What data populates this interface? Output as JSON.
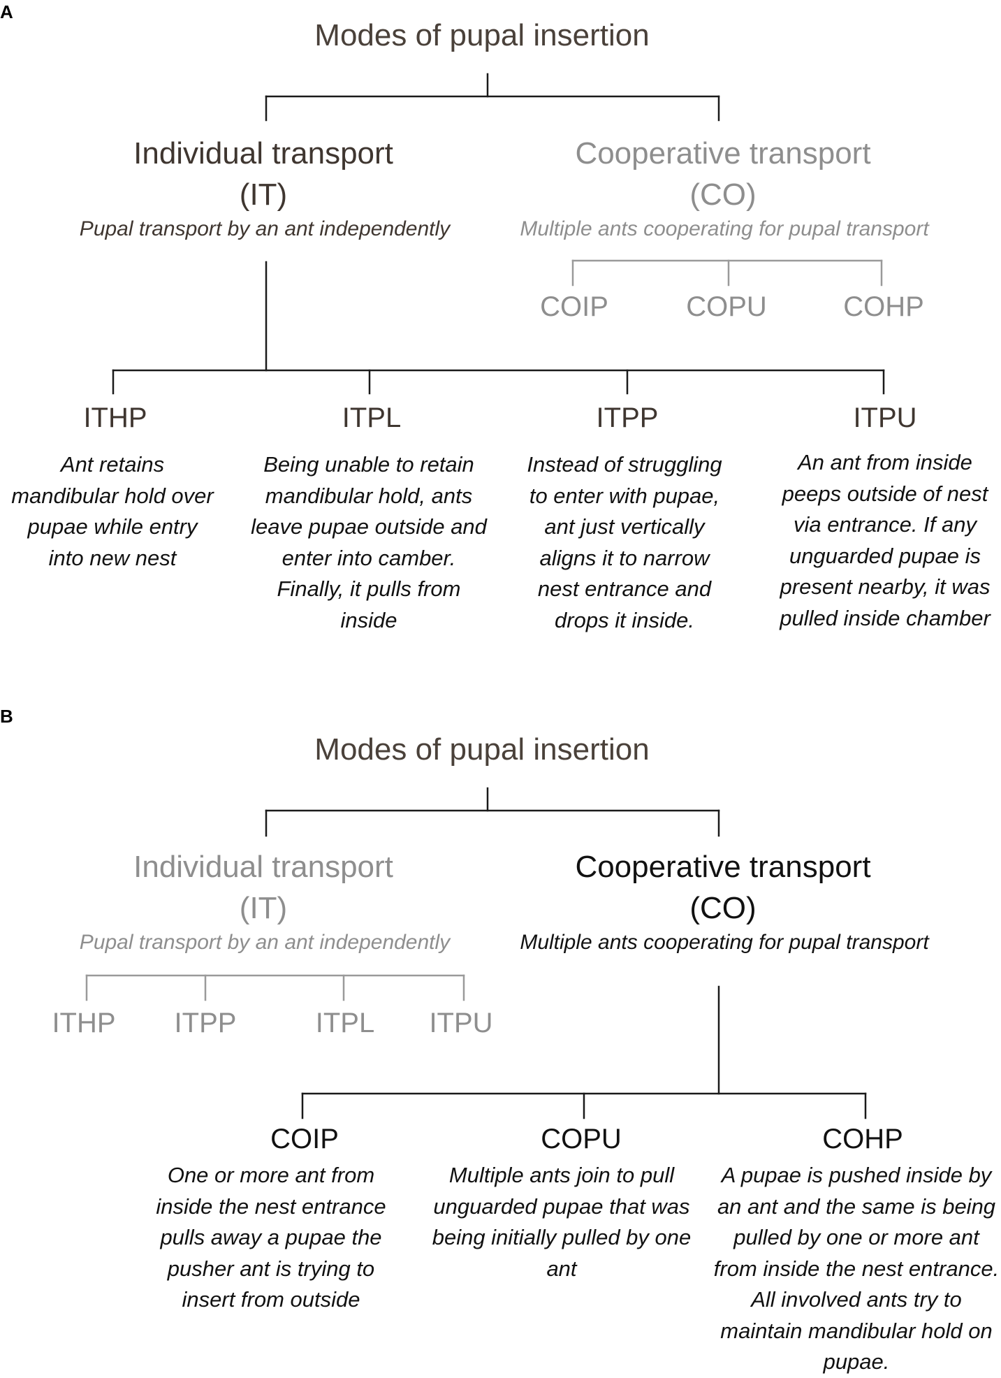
{
  "colors": {
    "dark": "#3f3630",
    "grey": "#8e8e8e",
    "black": "#111111"
  },
  "panel_a": {
    "label": "A",
    "title": "Modes of pupal insertion",
    "individual": {
      "title": "Individual transport",
      "abbr": "(IT)",
      "subtitle": "Pupal transport by an ant independently"
    },
    "cooperative": {
      "title": "Cooperative transport",
      "abbr": "(CO)",
      "subtitle": "Multiple ants cooperating for pupal transport"
    },
    "co_children": [
      "COIP",
      "COPU",
      "COHP"
    ],
    "it_children": [
      {
        "code": "ITHP",
        "desc": "Ant retains mandibular hold over pupae while entry into new nest"
      },
      {
        "code": "ITPL",
        "desc": "Being unable to retain mandibular hold, ants leave pupae outside and enter into camber. Finally, it pulls from inside"
      },
      {
        "code": "ITPP",
        "desc": "Instead of struggling to enter with pupae, ant just vertically aligns it to narrow nest entrance and drops it inside."
      },
      {
        "code": "ITPU",
        "desc": "An ant from inside peeps outside of nest via entrance. If any unguarded pupae is present nearby, it was pulled inside chamber"
      }
    ]
  },
  "panel_b": {
    "label": "B",
    "title": "Modes of pupal insertion",
    "individual": {
      "title": "Individual transport",
      "abbr": "(IT)",
      "subtitle": "Pupal transport by an ant independently"
    },
    "cooperative": {
      "title": "Cooperative transport",
      "abbr": "(CO)",
      "subtitle": "Multiple ants cooperating for pupal transport"
    },
    "it_children": [
      "ITHP",
      "ITPP",
      "ITPL",
      "ITPU"
    ],
    "co_children": [
      {
        "code": "COIP",
        "desc": "One or more ant from inside the nest entrance pulls away a pupae the pusher ant is trying to insert from outside"
      },
      {
        "code": "COPU",
        "desc": "Multiple ants join to pull unguarded pupae that was being initially pulled by one ant"
      },
      {
        "code": "COHP",
        "desc": "A pupae is pushed inside by an ant and the same is being pulled by one or more ant from inside the nest entrance. All involved ants try to maintain mandibular hold on pupae."
      }
    ]
  }
}
